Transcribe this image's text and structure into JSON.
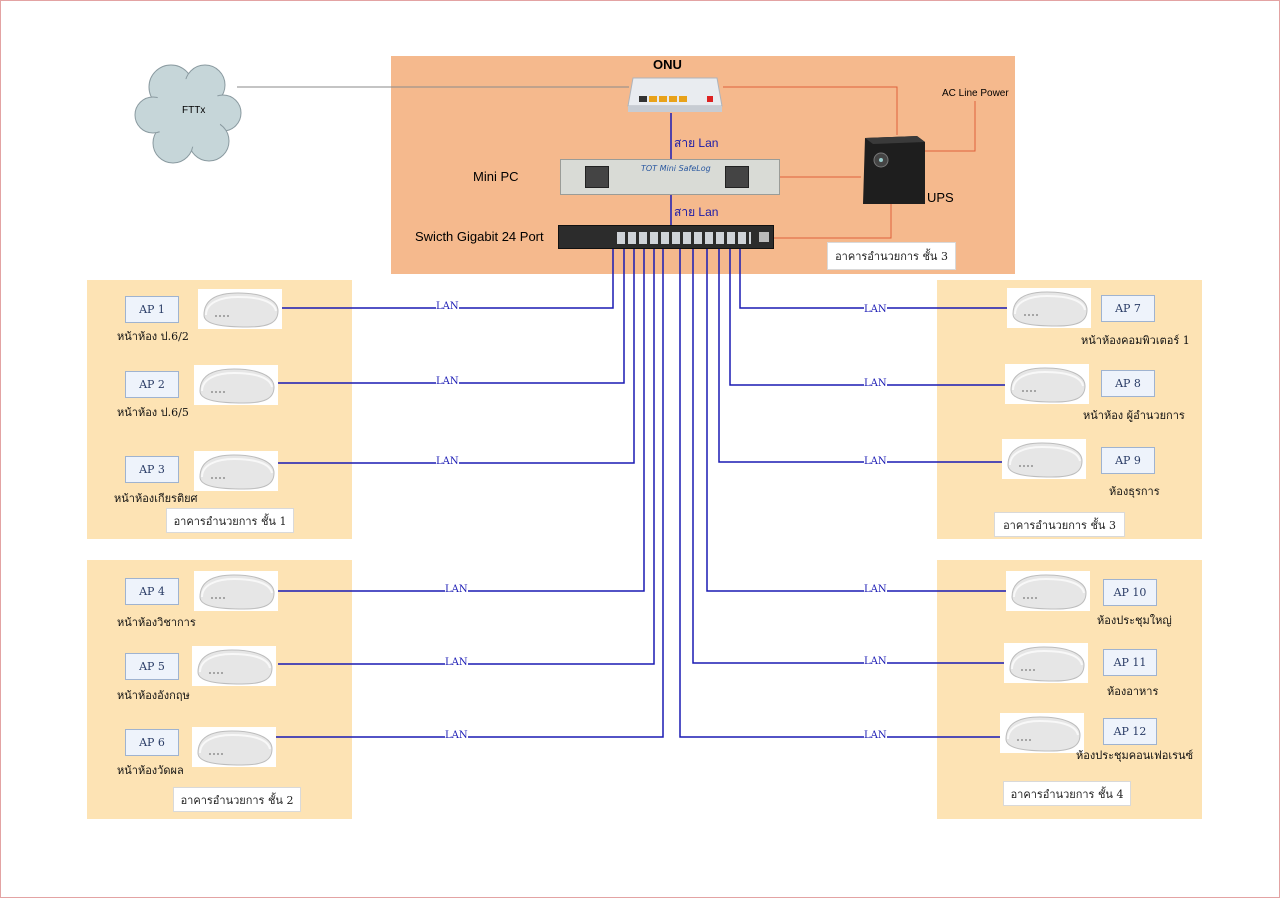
{
  "cloud": {
    "label": "FTTx"
  },
  "devices": {
    "onu": {
      "label": "ONU"
    },
    "mini_pc": {
      "label": "Mini PC",
      "panel_text": "TOT  Mini SafeLog"
    },
    "switch": {
      "label": "Swicth Gigabit 24 Port"
    },
    "ups": {
      "label": "UPS"
    },
    "ac_power": {
      "label": "AC Line Power"
    }
  },
  "cables": {
    "lan_1": "สาย Lan",
    "lan_2": "สาย Lan",
    "lan": "LAN"
  },
  "captions": {
    "server_floor": "อาคารอำนวยการ ชั้น 3",
    "left_top": "อาคารอำนวยการ ชั้น 1",
    "left_bottom": "อาคารอำนวยการ ชั้น 2",
    "right_top": "อาคารอำนวยการ ชั้น 3",
    "right_bottom": "อาคารอำนวยการ ชั้น 4"
  },
  "access_points": [
    {
      "label": "AP 1",
      "room": "หน้าห้อง ป.6/2"
    },
    {
      "label": "AP 2",
      "room": "หน้าห้อง ป.6/5"
    },
    {
      "label": "AP 3",
      "room": "หน้าห้องเกียรติยศ"
    },
    {
      "label": "AP 4",
      "room": "หน้าห้องวิชาการ"
    },
    {
      "label": "AP 5",
      "room": "หน้าห้องอังกฤษ"
    },
    {
      "label": "AP 6",
      "room": "หน้าห้องวัดผล"
    },
    {
      "label": "AP 7",
      "room": "หน้าห้องคอมพิวเตอร์ 1"
    },
    {
      "label": "AP 8",
      "room": "หน้าห้อง ผู้อำนวยการ"
    },
    {
      "label": "AP 9",
      "room": "ห้องธุรการ"
    },
    {
      "label": "AP 10",
      "room": "ห้องประชุมใหญ่"
    },
    {
      "label": "AP 11",
      "room": "ห้องอาหาร"
    },
    {
      "label": "AP 12",
      "room": "ห้องประชุมคอนเฟอเรนซ์"
    }
  ],
  "colors": {
    "server_area": "#f5b98d",
    "floor_area": "#fde3b4",
    "lan_wire": "#1a1ab4",
    "power_wire": "#e0613a",
    "fiber_wire": "#8a8a8a",
    "cloud": "#c6d6d9"
  }
}
